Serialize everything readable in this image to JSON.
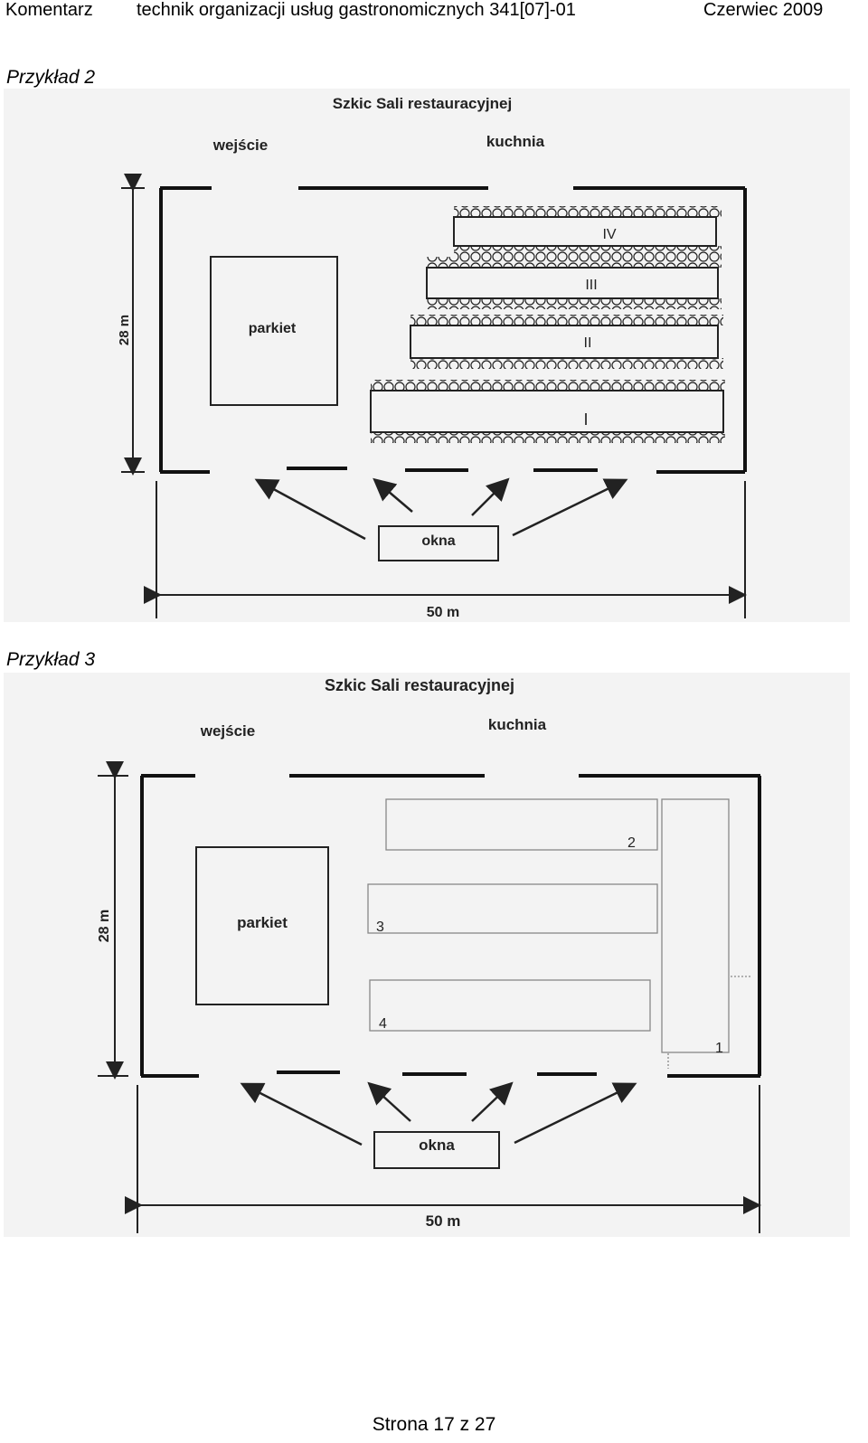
{
  "header": {
    "left": "Komentarz",
    "center": "technik organizacji usług gastronomicznych 341[07]-01",
    "right": "Czerwiec 2009"
  },
  "examples": [
    {
      "label": "Przykład 2",
      "title": "Szkic Sali restauracyjnej",
      "entrance": "wejście",
      "kitchen": "kuchnia",
      "dance_floor": "parkiet",
      "windows": "okna",
      "width_label": "50 m",
      "height_label": "28 m",
      "table_numbers": [
        "IV",
        "III",
        "II",
        "I"
      ]
    },
    {
      "label": "Przykład 3",
      "title": "Szkic Sali restauracyjnej",
      "entrance": "wejście",
      "kitchen": "kuchnia",
      "dance_floor": "parkiet",
      "windows": "okna",
      "width_label": "50 m",
      "height_label": "28 m",
      "table_numbers": [
        "1",
        "2",
        "3",
        "4"
      ]
    }
  ],
  "footer": {
    "page": "Strona 17 z 27"
  }
}
